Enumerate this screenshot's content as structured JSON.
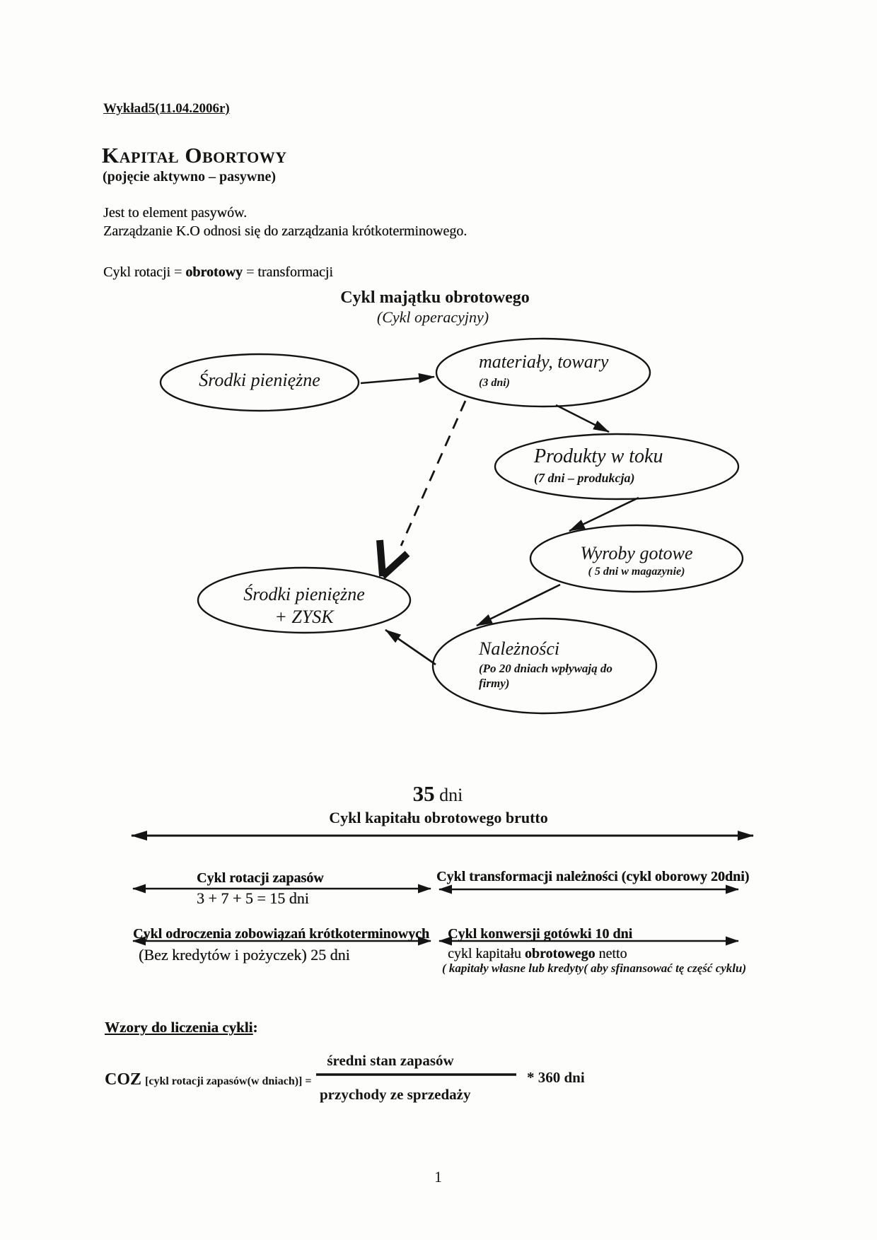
{
  "header": {
    "lecture_line": "Wykład5(11.04.2006r)",
    "title": "Kapitał Obortowy",
    "subtitle": "(pojęcie aktywno – pasywne)",
    "para1": "Jest to element pasywów.",
    "para2": "Zarządzanie K.O odnosi się do zarządzania krótkoterminowego.",
    "cycle_line_pre": "Cykl rotacji = ",
    "cycle_line_bold": "obrotowy",
    "cycle_line_post": " = transformacji"
  },
  "diagram": {
    "title": "Cykl majątku obrotowego",
    "subtitle": "(Cykl operacyjny)",
    "nodes": {
      "cash": {
        "label": "Środki pieniężne"
      },
      "materials": {
        "label": "materiały, towary",
        "note": "(3 dni)"
      },
      "in_progress": {
        "label": "Produkty w toku",
        "note": "(7 dni – produkcja)"
      },
      "finished": {
        "label": "Wyroby gotowe",
        "note": "( 5 dni w magazynie)"
      },
      "cash_profit": {
        "label": "Środki pieniężne",
        "label2": "+ ZYSK"
      },
      "receivables": {
        "label": "Należności",
        "note1": "(Po 20 dniach wpływają do",
        "note2": "firmy)"
      }
    }
  },
  "cycle_summary": {
    "days_value": "35",
    "days_unit": " dni",
    "title": "Cykl kapitału obrotowego brutto",
    "row1_left_label": "Cykl rotacji zapasów",
    "row1_left_sum": "3 + 7 + 5 = 15 dni",
    "row1_right_label": "Cykl transformacji należności (cykl oborowy 20dni)",
    "row2_left_label": "Cykl odroczenia zobowiązań krótkoterminowych",
    "row2_left_sub": "(Bez kredytów i pożyczek) 25 dni",
    "row2_right_label": "Cykl konwersji gotówki 10 dni",
    "row2_right_sub_pre": "cykl kapitału ",
    "row2_right_sub_bold": "obrotowego",
    "row2_right_sub_post": " netto",
    "row2_right_note": "( kapitały własne lub kredyty( aby sfinansować tę część cyklu)"
  },
  "formulas": {
    "heading": "Wzory do liczenia cykli",
    "heading_colon": ":",
    "coz": "COZ",
    "coz_sub": "[cykl rotacji zapasów(w dniach)] =",
    "numerator": "średni stan zapasów",
    "denominator": "przychody ze sprzedaży",
    "multiplier": "* 360 dni"
  },
  "footer": {
    "page_number": "1"
  }
}
